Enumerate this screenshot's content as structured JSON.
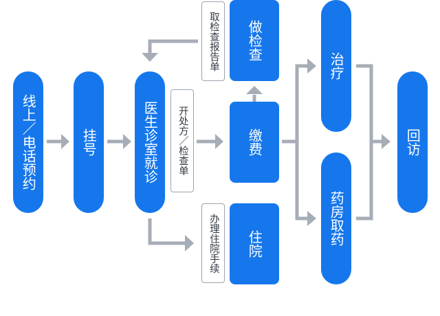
{
  "nodes": {
    "online_booking": "线上／电话预约",
    "registration": "挂号",
    "doctor_visit": "医生诊室就诊",
    "payment": "缴费",
    "examination": "做检查",
    "hospitalization": "住院",
    "treatment": "治疗",
    "pharmacy": "药房取药",
    "follow_up": "回访"
  },
  "labels": {
    "get_report": "取检查报告单",
    "prescribe": "开处方／检查单",
    "admission": "办理住院手续"
  },
  "colors": {
    "node": "#1677ec",
    "connector": "#a6adb7",
    "tag_border": "#9aa3ad"
  }
}
